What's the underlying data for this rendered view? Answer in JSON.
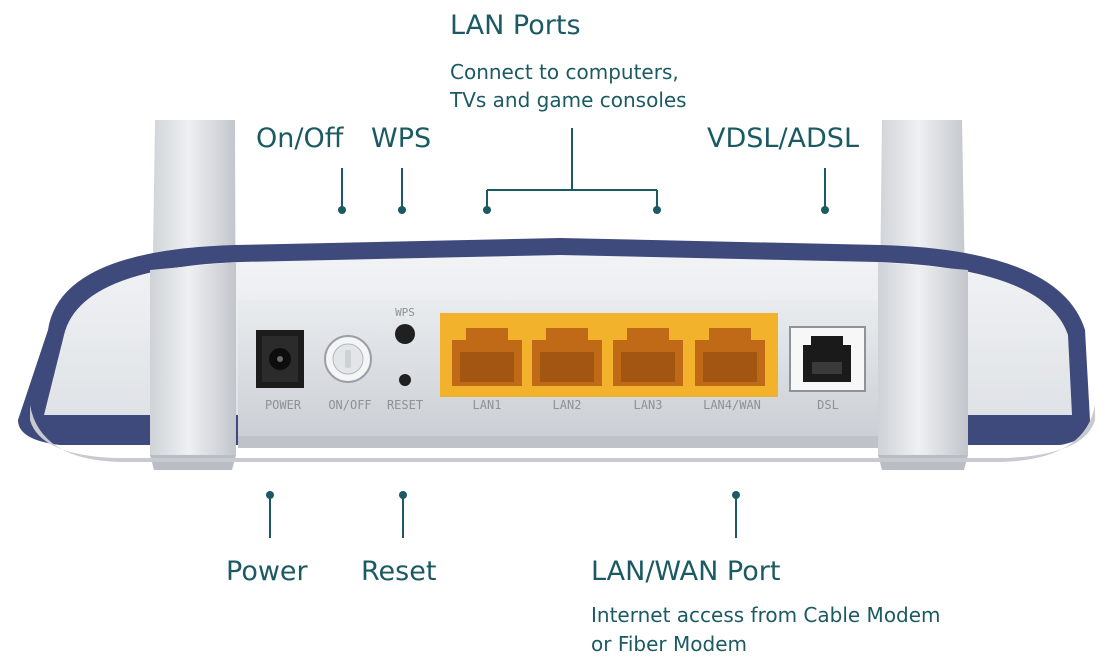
{
  "callouts": {
    "lan_ports": {
      "title": "LAN Ports",
      "desc_line1": "Connect to computers,",
      "desc_line2": "TVs and game consoles"
    },
    "on_off": {
      "title": "On/Off"
    },
    "wps": {
      "title": "WPS"
    },
    "vdsl_adsl": {
      "title": "VDSL/ADSL"
    },
    "power": {
      "title": "Power"
    },
    "reset": {
      "title": "Reset"
    },
    "lan_wan_port": {
      "title": "LAN/WAN Port",
      "desc_line1": "Internet access from Cable Modem",
      "desc_line2": "or Fiber Modem"
    }
  },
  "device_labels": {
    "power": "POWER",
    "on_off": "ON/OFF",
    "reset": "RESET",
    "wps": "WPS",
    "lan1": "LAN1",
    "lan2": "LAN2",
    "lan3": "LAN3",
    "lan4_wan": "LAN4/WAN",
    "dsl": "DSL"
  },
  "colors": {
    "callout_text": "#1b5a63",
    "leader_line": "#1b5a63",
    "router_body": "#d9dde2",
    "router_trim": "#3e4a7c",
    "lan_panel": "#f2b22c",
    "port_interior": "#c06a18"
  }
}
